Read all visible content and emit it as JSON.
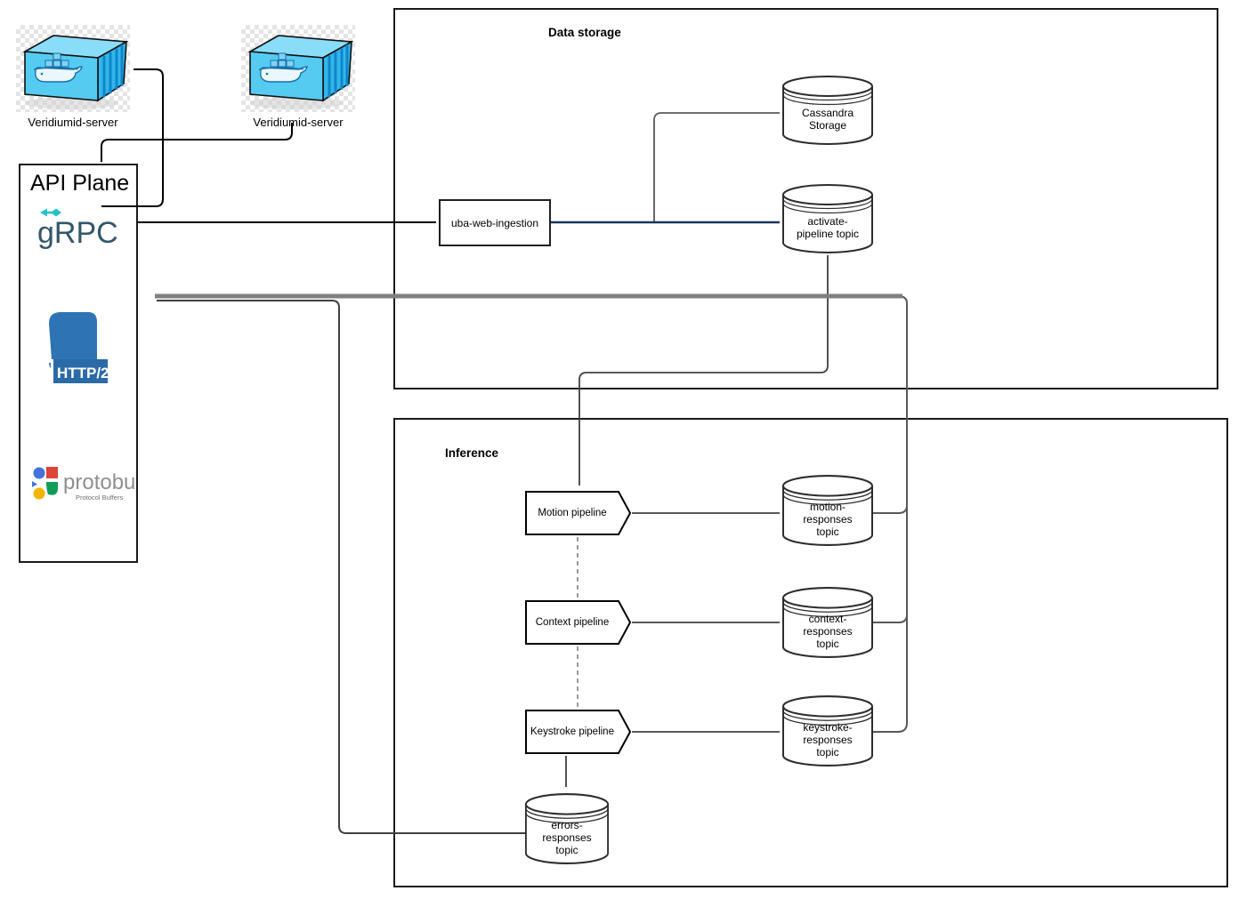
{
  "nodes": {
    "docker_left_label": "Veridiumid-server",
    "docker_right_label": "Veridiumid-server",
    "api_plane_title": "API Plane",
    "grpc_logo_text": "gRPC",
    "http2_logo_text": "HTTP/2",
    "protobuf_logo_text": "protobuf",
    "protobuf_logo_subtext": "Protocol Buffers",
    "uba_label": "uba-web-ingestion",
    "cassandra_label": "Cassandra\nStorage",
    "activate_label": "activate-\npipeline topic",
    "motion_pipeline_label": "Motion pipeline",
    "context_pipeline_label": "Context pipeline",
    "keystroke_pipeline_label": "Keystroke pipeline",
    "motion_topic_label": "motion-\nresponses\ntopic",
    "context_topic_label": "context-\nresponses\ntopic",
    "keystroke_topic_label": "keystroke-\nresponses\ntopic",
    "errors_topic_label": "errors-\nresponses\ntopic"
  },
  "groups": {
    "data_storage_title": "Data storage",
    "inference_title": "Inference"
  },
  "colors": {
    "outline_black": "#1A1A1A",
    "gray_line": "#595959",
    "thick_return_line": "#808080",
    "navy_arrow": "#16365C",
    "grpc_teal": "#33566B",
    "grpc_cyan": "#26C1C9",
    "http2_blue": "#2E74B5",
    "docker_blue": "#55CBF2",
    "protobuf_gray": "#8F8F8F"
  }
}
